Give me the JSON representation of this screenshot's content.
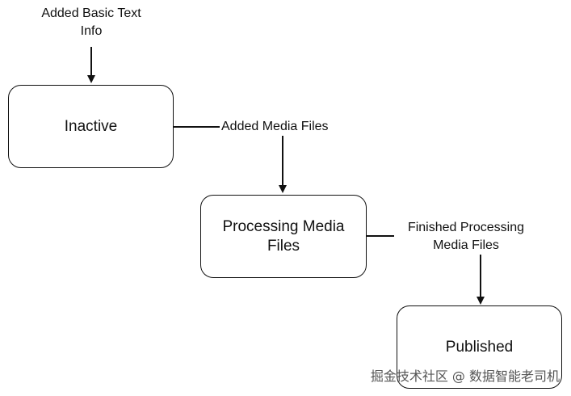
{
  "diagram": {
    "states": {
      "inactive": "Inactive",
      "processing": "Processing Media Files",
      "published": "Published"
    },
    "transitions": {
      "start": "Added Basic Text Info",
      "to_processing": "Added Media Files",
      "to_published": "Finished Processing Media Files"
    }
  },
  "watermark": "掘金技术社区 @ 数据智能老司机"
}
